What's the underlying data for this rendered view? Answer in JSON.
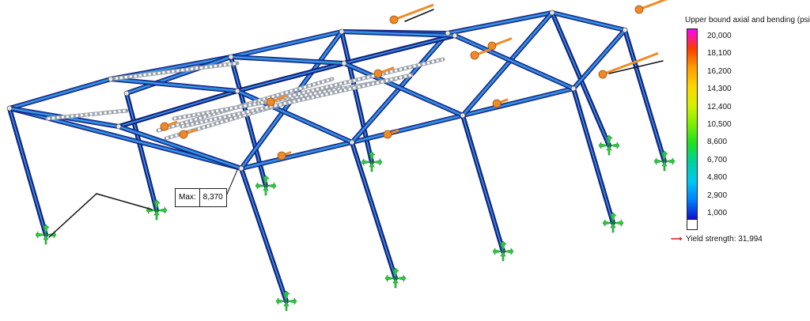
{
  "legend": {
    "title": "Upper bound axial and bending (psi)",
    "ticks": [
      "20,000",
      "18,100",
      "16,200",
      "14,300",
      "12,400",
      "10,500",
      "8,600",
      "6,700",
      "4,800",
      "2,900",
      "1,000"
    ],
    "colors": [
      "#ff00ff",
      "#ff3a00",
      "#ff9a00",
      "#ffd400",
      "#d8f000",
      "#7cf000",
      "#1ee01e",
      "#00d0a0",
      "#00c8f0",
      "#0080ff",
      "#1010d0"
    ],
    "yield_label": "Yield strength: 31,994"
  },
  "max_label": {
    "prefix": "Max:",
    "value": "8,370"
  },
  "colors": {
    "beam_dark": "#1a2a9a",
    "beam_mid": "#2858c8",
    "beam_cyan": "#38b8e0",
    "fixture": "#2ecc40",
    "load": "#f08a24",
    "joint": "#e8e8e8"
  },
  "icons": [
    "fixture-arrow-icon",
    "load-arrow-icon",
    "joint-node-icon"
  ]
}
